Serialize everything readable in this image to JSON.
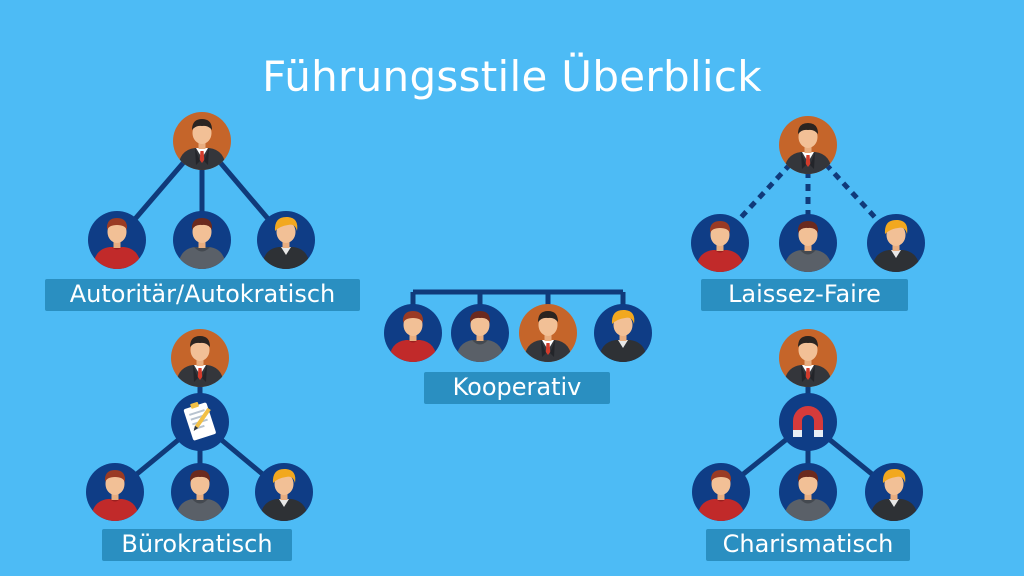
{
  "title": "Führungsstile Überblick",
  "styles": {
    "autoritaer": "Autoritär/Autokratisch",
    "laissez_faire": "Laissez-Faire",
    "kooperativ": "Kooperativ",
    "buerokratisch": "Bürokratisch",
    "charismatisch": "Charismatisch"
  },
  "colors": {
    "background": "#4dbbf5",
    "line": "#103a7a",
    "label_bg": "#2a8fc1",
    "leader_circle": "#c5652a",
    "member_circle": "#0f3d86",
    "text": "#ffffff"
  },
  "icons": {
    "leader": "leader-avatar-icon",
    "member": "team-member-avatar-icon",
    "rules": "rules-document-icon",
    "charisma": "magnet-icon"
  }
}
